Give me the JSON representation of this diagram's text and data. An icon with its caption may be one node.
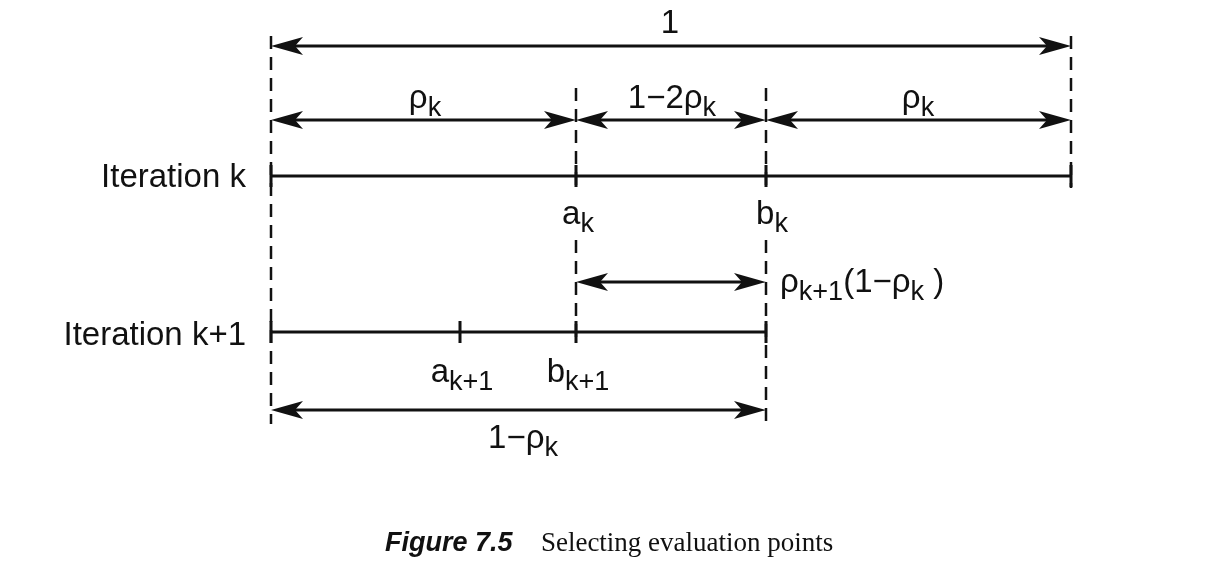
{
  "diagram": {
    "caption": "**Figure 7.5** Selecting evaluation points",
    "labels": [
      "1",
      "ρ$_{k}$",
      "1−2ρ$_{k}$",
      "ρ$_{k}$",
      "Iteration k",
      "a$_{k}$",
      "b$_{k}$",
      "ρ$_{k+1}$(1−ρ$_{k}$ )",
      "Iteration k+1",
      "a$_{k+1}$",
      "b$_{k+1}$",
      "1−ρ$_{k}$"
    ]
  }
}
